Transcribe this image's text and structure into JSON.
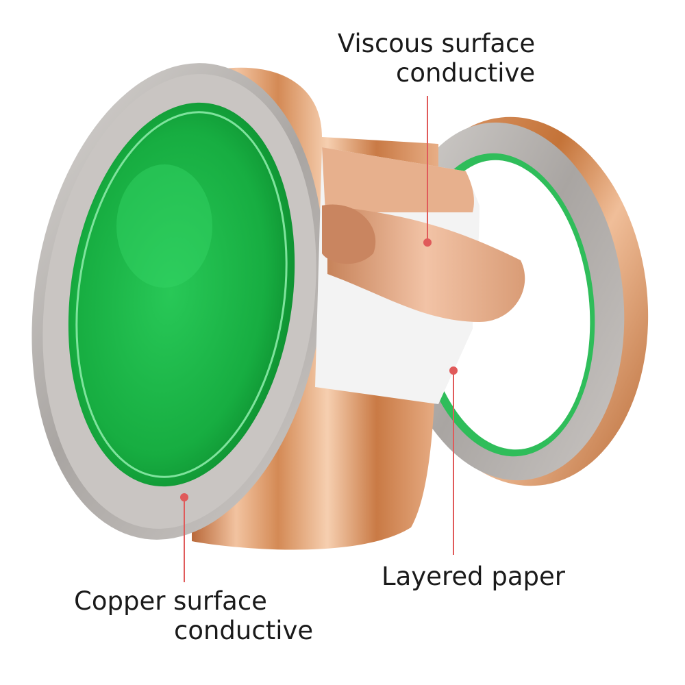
{
  "labels": {
    "viscous": {
      "line1": "Viscous surface",
      "line2": "conductive"
    },
    "layered": {
      "line1": "Layered paper"
    },
    "copper": {
      "line1": "Copper surface",
      "line2": "conductive"
    }
  },
  "colors": {
    "background": "#ffffff",
    "copper": "#d9925c",
    "copper_light": "#f3c6a4",
    "copper_dark": "#a85f30",
    "silver_edge": "#b8b4b1",
    "green_core": "#1fbf4d",
    "green_dark": "#0e8f30",
    "liner_paper": "#f1f1f1",
    "callout_line": "#e05a5a"
  },
  "icons": {
    "callout_marker": "red-dot-icon"
  }
}
